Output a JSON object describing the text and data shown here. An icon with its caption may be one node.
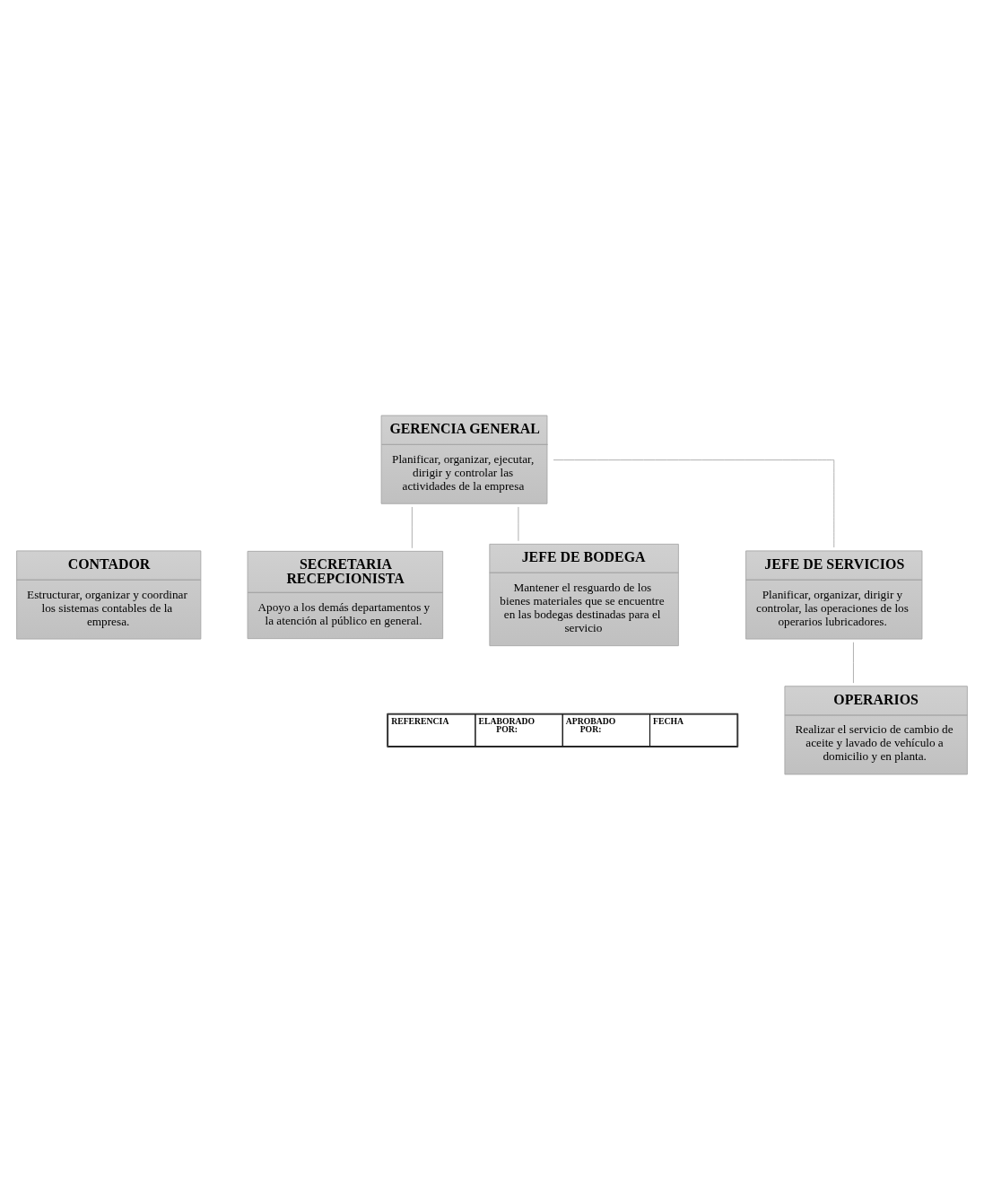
{
  "diagram": {
    "nodes": [
      {
        "text": [
          "GERENCIA GENERAL",
          "Planificar, organizar, ejecutar, dirigir y controlar las actividades de la empresa"
        ]
      },
      {
        "text": [
          "CONTADOR",
          "Estructurar, organizar y coordinar los sistemas contables de la empresa."
        ]
      },
      {
        "text": [
          "SECRETARIA RECEPCIONISTA",
          "Apoyo a los demás departamentos y la atención al público en general."
        ]
      },
      {
        "text": [
          "JEFE DE BODEGA",
          "Mantener el resguardo de los bienes materiales que se encuentre en las bodegas destinadas para el servicio"
        ]
      },
      {
        "text": [
          "JEFE DE SERVICIOS",
          "Planificar, organizar, dirigir y controlar, las operaciones de los operarios lubricadores."
        ]
      },
      {
        "text": [
          "OPERARIOS",
          "Realizar el servicio de cambio de aceite y lavado de vehículo a domicilio y en planta."
        ]
      }
    ],
    "edges": [
      {
        "from": 0,
        "to": 2,
        "arrow": "none"
      },
      {
        "from": 0,
        "to": 3,
        "arrow": "none"
      },
      {
        "from": 0,
        "to": 4,
        "arrow": "none"
      },
      {
        "from": 4,
        "to": 5,
        "arrow": "none"
      }
    ],
    "labels": [
      "REFERENCIA",
      "ELABORADO POR:",
      "APROBADO POR:",
      "FECHA"
    ]
  }
}
